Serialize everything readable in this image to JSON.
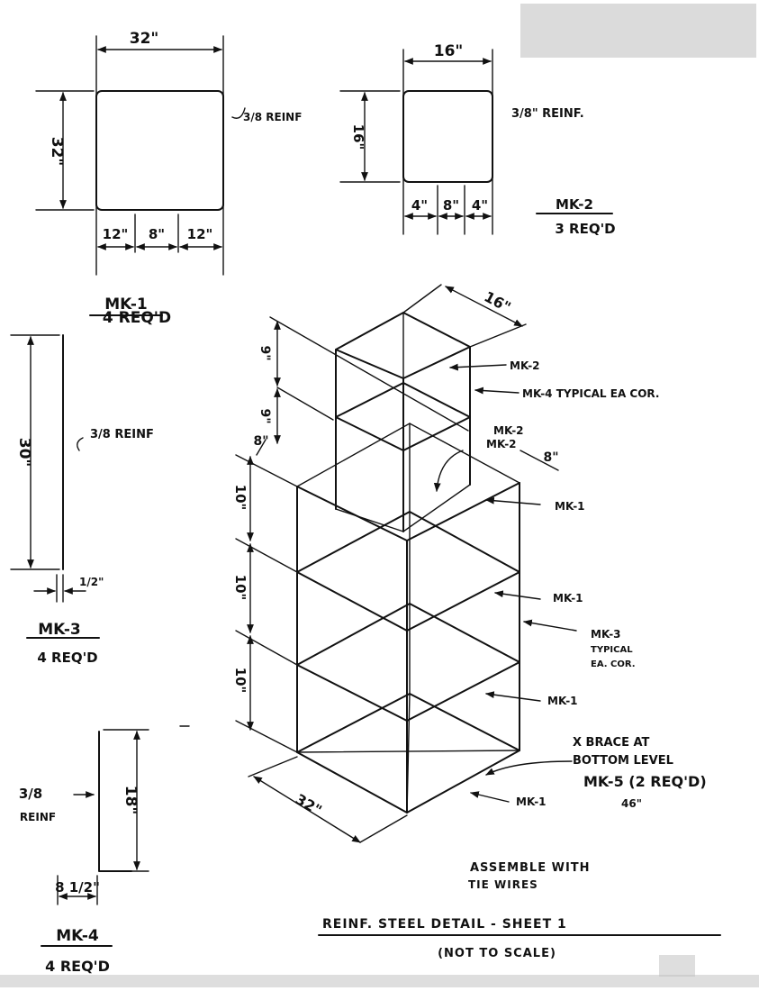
{
  "mk1": {
    "width": "32\"",
    "height": "32\"",
    "reinf": "3/8 REINF",
    "seg_left": "12\"",
    "seg_mid": "8\"",
    "seg_right": "12\"",
    "mark": "MK-1",
    "qty": "4 REQ'D"
  },
  "mk2": {
    "width": "16\"",
    "height": "16\"",
    "reinf": "3/8\" REINF.",
    "seg_left": "4\"",
    "seg_mid": "8\"",
    "seg_right": "4\"",
    "mark": "MK-2",
    "qty": "3 REQ'D"
  },
  "mk3": {
    "length": "30\"",
    "reinf": "3/8 REINF",
    "hook": "1/2\"",
    "mark": "MK-3",
    "qty": "4 REQ'D"
  },
  "mk4": {
    "length": "18\"",
    "reinf_top": "3/8",
    "reinf_bottom": "REINF",
    "hook": "8 1/2\"",
    "mark": "MK-4",
    "qty": "4 REQ'D"
  },
  "assembly": {
    "top_width": "16\"",
    "dim_top_9a": "9\"",
    "dim_top_9b": "9\"",
    "dim_8": "8\"",
    "dim_10a": "10\"",
    "dim_10b": "10\"",
    "dim_10c": "10\"",
    "dim_8_right": "8\"",
    "base_width": "32\"",
    "label_mk2_top": "MK-2",
    "label_mk4": "MK-4 TYPICAL EA COR.",
    "label_mk2_mid_a": "MK-2",
    "label_mk2_mid_b": "MK-2",
    "label_mk1_a": "MK-1",
    "label_mk1_b": "MK-1",
    "label_mk3_a": "MK-3",
    "label_mk3_b": "TYPICAL",
    "label_mk3_c": "EA. COR.",
    "label_mk1_c": "MK-1",
    "xbrace_a": "X BRACE AT",
    "xbrace_b": "BOTTOM LEVEL",
    "xbrace_c": "MK-5 (2 REQ'D)",
    "xbrace_d": "46\"",
    "label_mk1_d": "MK-1"
  },
  "notes": {
    "assemble_a": "ASSEMBLE WITH",
    "assemble_b": "TIE WIRES",
    "title": "REINF. STEEL DETAIL - SHEET 1",
    "subtitle": "(NOT TO SCALE)"
  }
}
